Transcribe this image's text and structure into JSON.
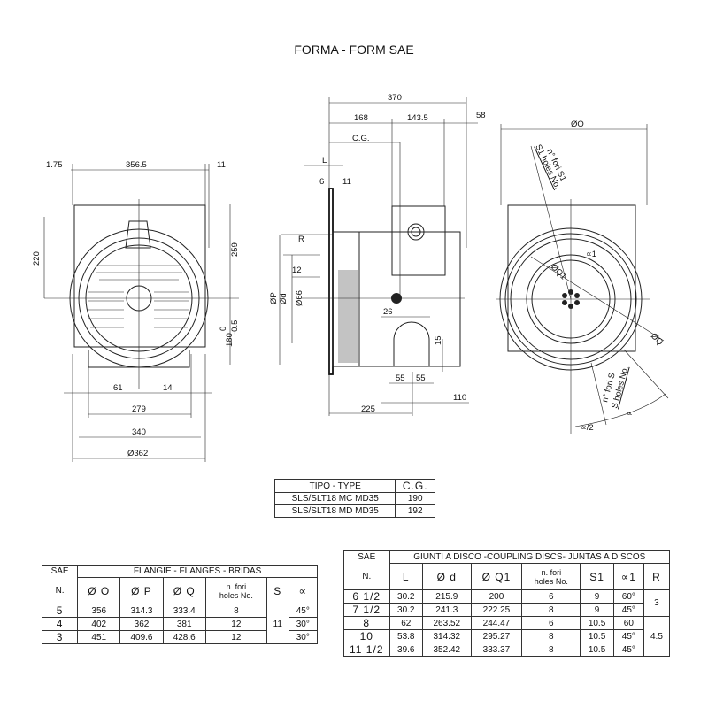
{
  "title": "FORMA - FORM SAE",
  "front_view": {
    "dims": [
      "1.75",
      "356.5",
      "11",
      "220",
      "259",
      "180",
      "0",
      "-0.5",
      "61",
      "14",
      "279",
      "340",
      "Ø362"
    ]
  },
  "side_view": {
    "dims": [
      "370",
      "168",
      "143.5",
      "58",
      "C.G.",
      "L",
      "6",
      "11",
      "R",
      "12",
      "ØP",
      "Ød",
      "Ø66",
      "26",
      "15",
      "55",
      "55",
      "110",
      "225"
    ]
  },
  "end_view": {
    "dims": [
      "ØO",
      "n° fori S1",
      "S1 holes No.",
      "∝1",
      "ØQ1",
      "ØQ",
      "n° fori S",
      "S holes No.",
      "∝",
      "∝/2"
    ]
  },
  "type_table": {
    "headers": [
      "TIPO - TYPE",
      "C.G."
    ],
    "rows": [
      [
        "SLS/SLT18 MC MD35",
        "190"
      ],
      [
        "SLS/SLT18 MD MD35",
        "192"
      ]
    ]
  },
  "flange_table": {
    "sae_header": "SAE",
    "sae_sub": "N.",
    "group_header": "FLANGIE  - FLANGES - BRIDAS",
    "columns": [
      "Ø O",
      "Ø P",
      "Ø Q",
      "n. fori",
      "holes No.",
      "S",
      "∝"
    ],
    "rows": [
      [
        "5",
        "356",
        "314.3",
        "333.4",
        "8",
        "45°"
      ],
      [
        "4",
        "402",
        "362",
        "381",
        "12",
        "30°"
      ],
      [
        "3",
        "451",
        "409.6",
        "428.6",
        "12",
        "30°"
      ]
    ],
    "s_value": "11"
  },
  "disc_table": {
    "sae_header": "SAE",
    "sae_sub": "N.",
    "group_header": "GIUNTI A DISCO -COUPLING DISCS- JUNTAS A DISCOS",
    "columns": [
      "L",
      "Ø d",
      "Ø Q1",
      "n. fori",
      "holes No.",
      "S1",
      "∝1",
      "R"
    ],
    "rows": [
      [
        "6 1/2",
        "30.2",
        "215.9",
        "200",
        "6",
        "9",
        "60°"
      ],
      [
        "7 1/2",
        "30.2",
        "241.3",
        "222.25",
        "8",
        "9",
        "45°"
      ],
      [
        "8",
        "62",
        "263.52",
        "244.47",
        "6",
        "10.5",
        "60"
      ],
      [
        "10",
        "53.8",
        "314.32",
        "295.27",
        "8",
        "10.5",
        "45°"
      ],
      [
        "11 1/2",
        "39.6",
        "352.42",
        "333.37",
        "8",
        "10.5",
        "45°"
      ]
    ],
    "r_values": [
      "3",
      "4.5"
    ]
  }
}
